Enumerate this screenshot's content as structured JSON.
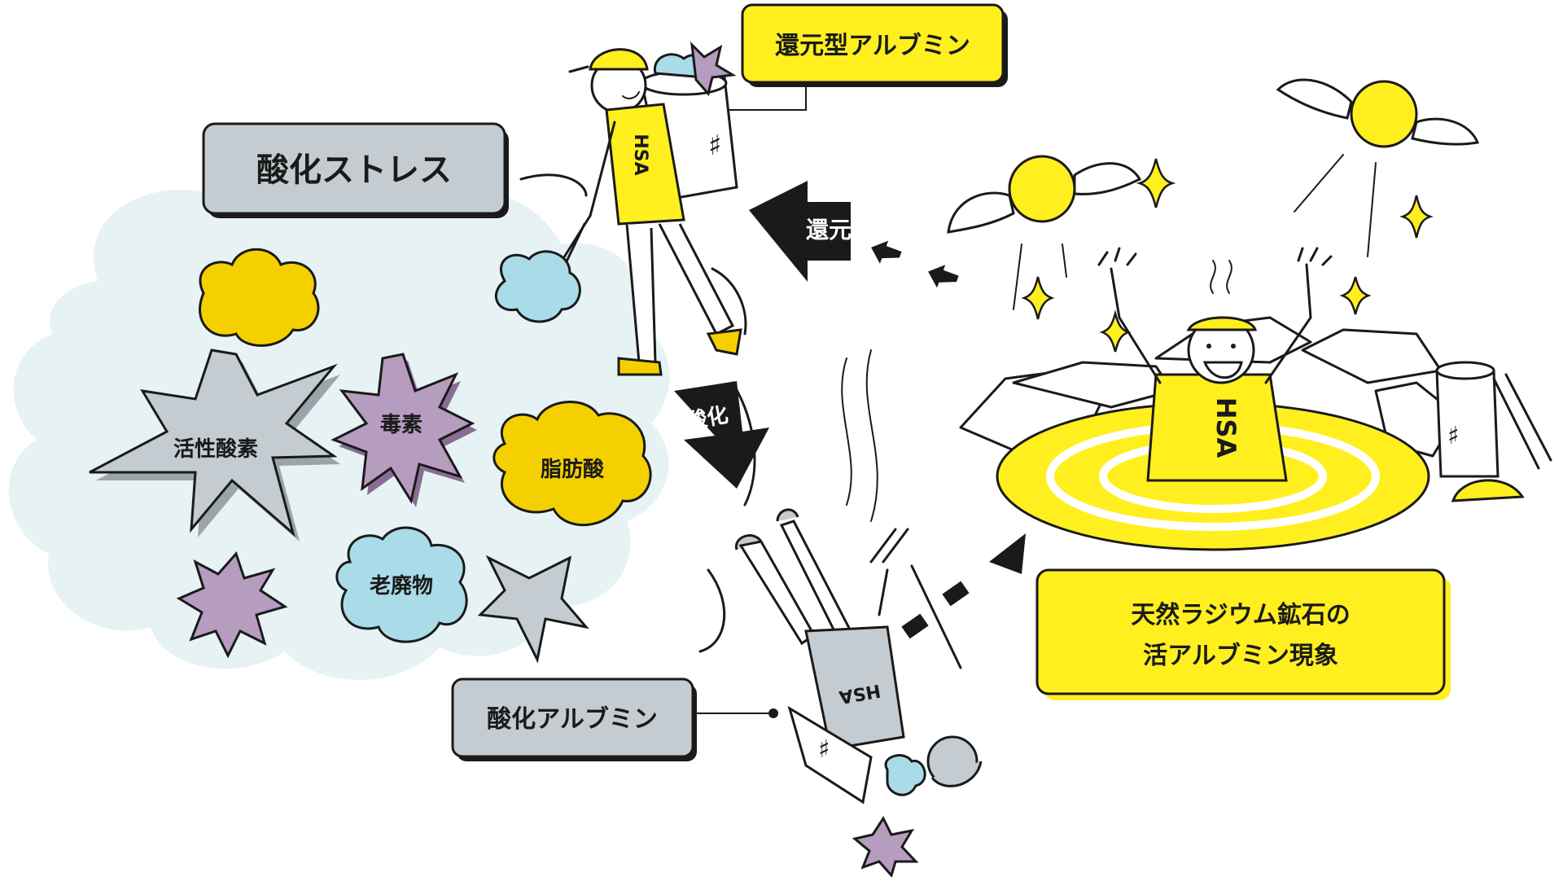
{
  "labels": {
    "oxidative_stress": "酸化ストレス",
    "reduced_albumin": "還元型アルブミン",
    "oxidized_albumin": "酸化アルブミン",
    "phenomenon_line1": "天然ラジウム鉱石の",
    "phenomenon_line2": "活アルブミン現象",
    "reduction": "還元",
    "oxidation": "酸化",
    "active_oxygen": "活性酸素",
    "toxin": "毒素",
    "fatty_acid": "脂肪酸",
    "waste": "老廃物",
    "shirt_text": "HSA"
  },
  "colors": {
    "yellow": "#ffef1f",
    "cloud_bg": "#e6f2f4",
    "gray_box": "#c5ccd1",
    "purple": "#b69dbf",
    "light_blue": "#a9dbe8",
    "gold": "#f5d000",
    "ink": "#1a1a1a"
  },
  "icons": [
    "flying-sun-icon",
    "sparkle-icon",
    "steam-icon",
    "star-burst-icon",
    "cloud-blob-icon",
    "bucket-icon",
    "tongs-icon",
    "cap-icon"
  ]
}
